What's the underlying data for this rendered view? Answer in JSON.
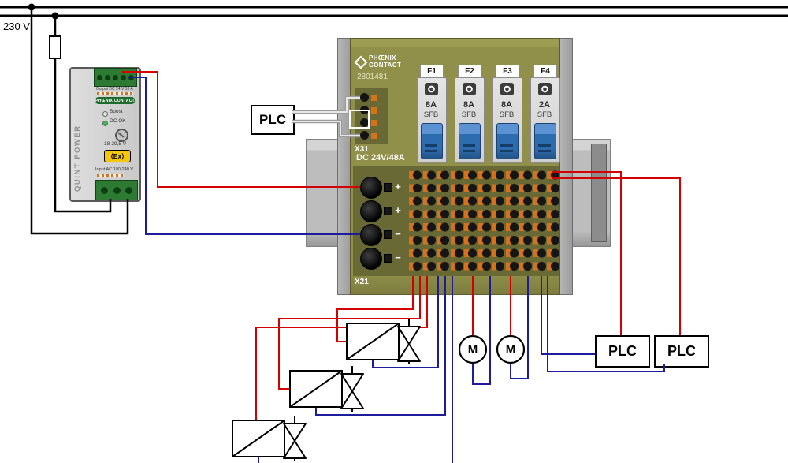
{
  "bus": {
    "voltage_label": "230 V"
  },
  "psu": {
    "brand": "PHŒNIX CONTACT",
    "name_vertical": "QUINT POWER",
    "output_label": "Output DC 24 V 10 A",
    "boost_label": "Boost",
    "dc_ok_label": "DC OK",
    "adjust_label": "18-29,5 V",
    "ex_label": "⟨Ex⟩",
    "input_label": "Input AC 100-240 V"
  },
  "device": {
    "brand_line1": "PHŒNIX",
    "brand_line2": "CONTACT",
    "order_no": "2801481",
    "x31_label": "X31",
    "dc_label": "DC 24V/48A",
    "x21_label": "X21",
    "x21_terminals": [
      "+",
      "+",
      "−",
      "−"
    ],
    "breakers": [
      {
        "name": "F1",
        "rating": "8A",
        "series": "SFB"
      },
      {
        "name": "F2",
        "rating": "8A",
        "series": "SFB"
      },
      {
        "name": "F3",
        "rating": "8A",
        "series": "SFB"
      },
      {
        "name": "F4",
        "rating": "2A",
        "series": "SFB"
      }
    ]
  },
  "loads": {
    "plc_top": "PLC",
    "plc_right_1": "PLC",
    "plc_right_2": "PLC",
    "motor_1": "M",
    "motor_2": "M"
  },
  "colors": {
    "wire_red": "#d40000",
    "wire_blue": "#1c1c9c",
    "wire_black": "#000000",
    "wire_gray": "#c9c9c9",
    "device_olive": "#90904b",
    "panel_dark_olive": "#696936",
    "terminal_orange": "#d6731a",
    "breaker_blue": "#2e6cb0",
    "psu_green": "#2d7a33",
    "ex_yellow": "#f6c50e"
  }
}
